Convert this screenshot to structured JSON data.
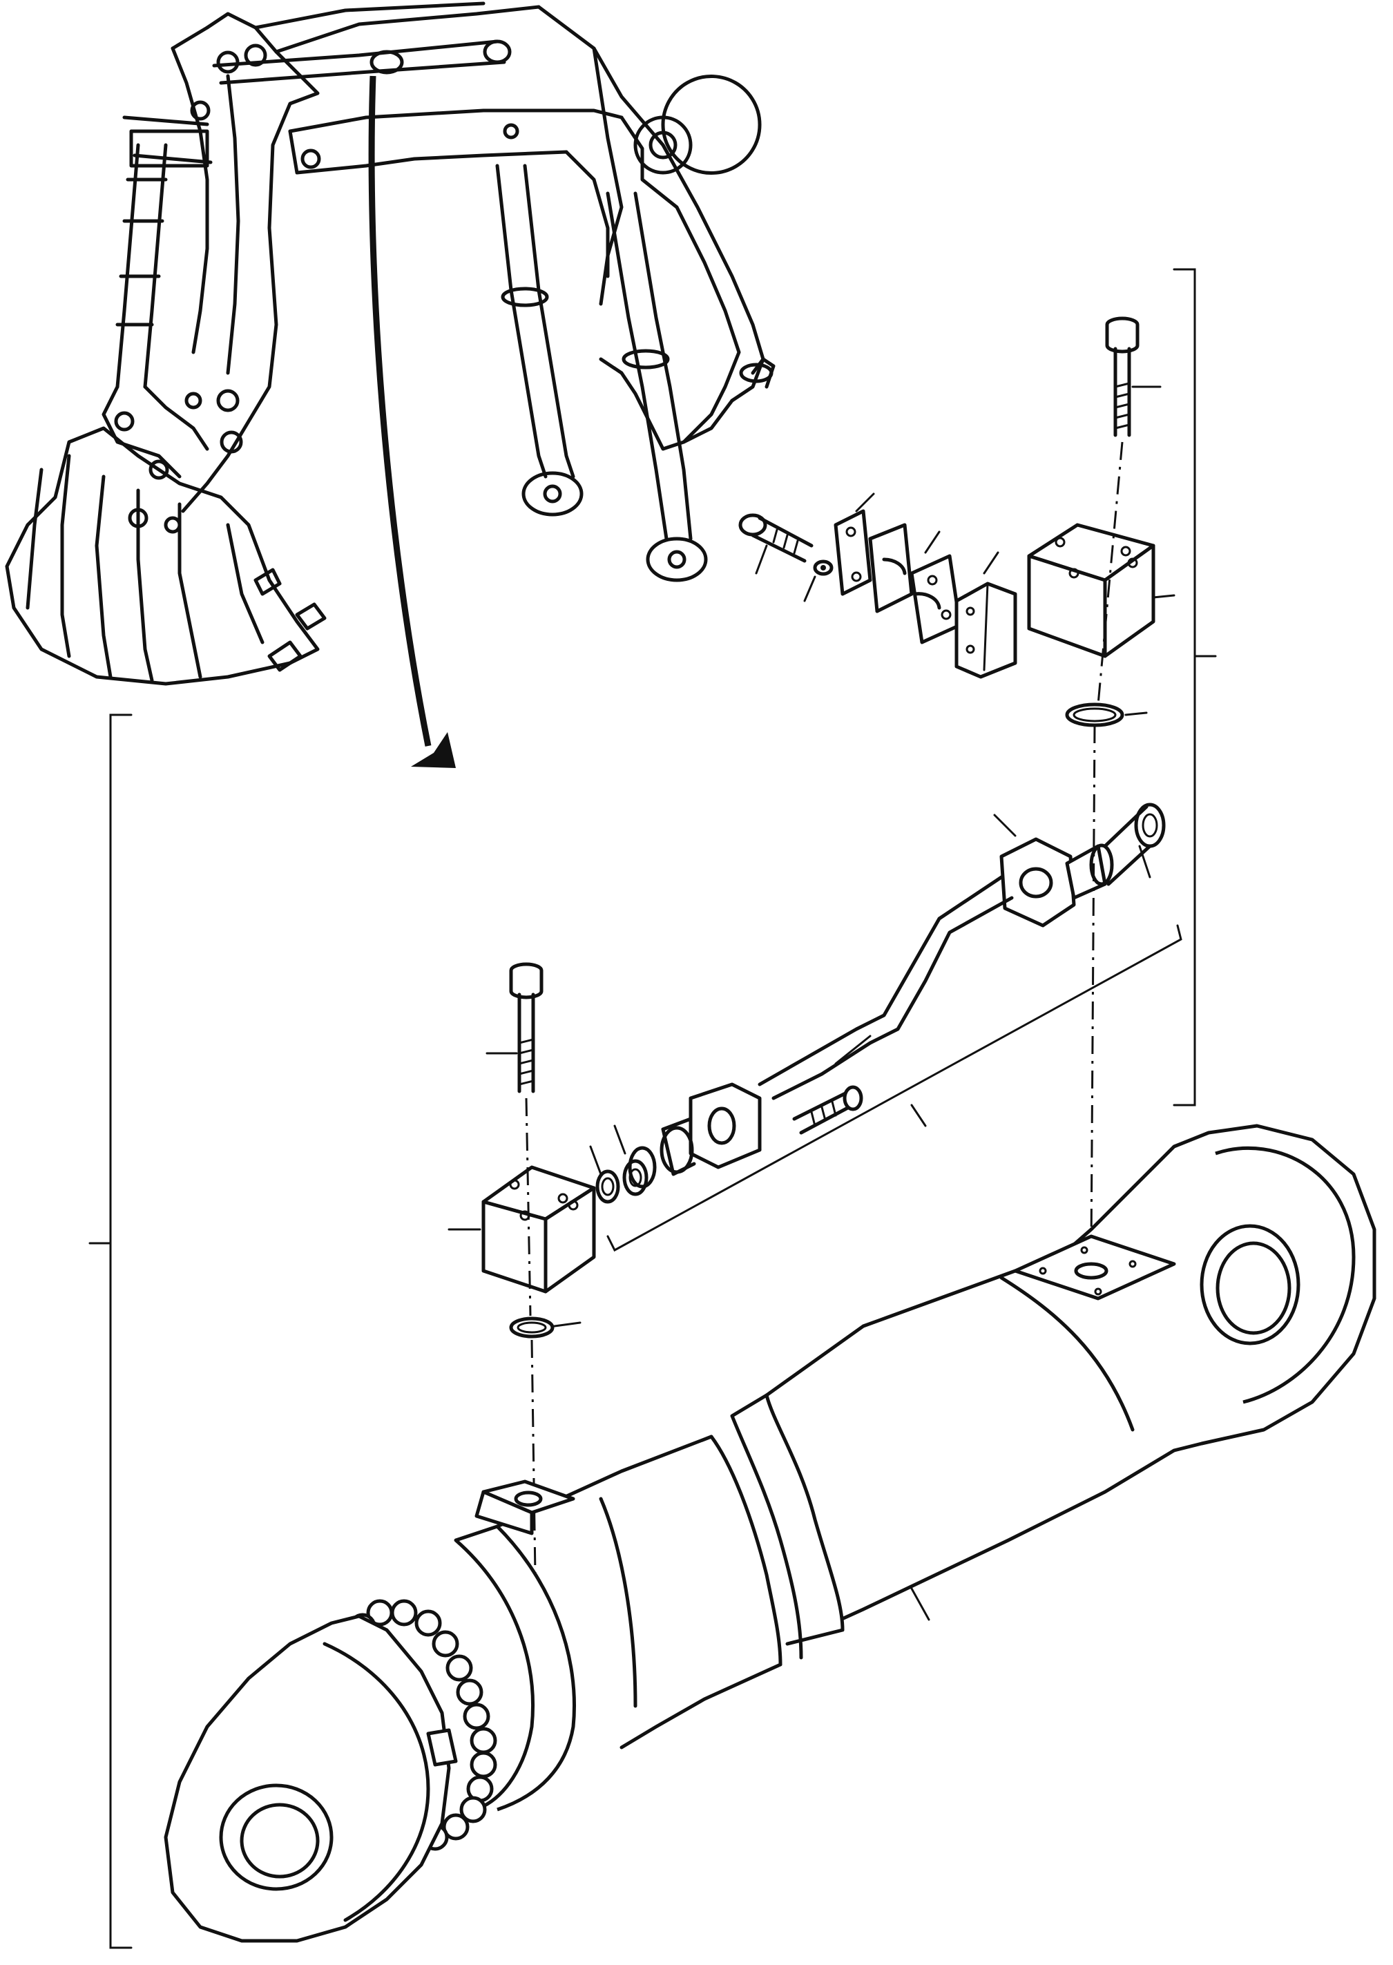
{
  "diagram": {
    "style": "exploded parts illustration, black line art on white",
    "colors": {
      "line": "#111111",
      "background": "#ffffff"
    },
    "parts": [
      "excavator-boom-with-bucket",
      "hose-rupture-valve-upper",
      "socket-head-screw-upper",
      "o-ring-upper",
      "mounting-bolt",
      "washer",
      "clamp-plate",
      "split-clamp-halves",
      "angle-bracket",
      "pipe-flange-upper",
      "union-nipple",
      "connecting-pipe",
      "flange-screw",
      "pipe-flange-lower",
      "adapter",
      "seal-ring",
      "socket-head-screw-lower",
      "hose-rupture-valve-lower",
      "o-ring-lower",
      "boom-hydraulic-cylinder"
    ]
  }
}
